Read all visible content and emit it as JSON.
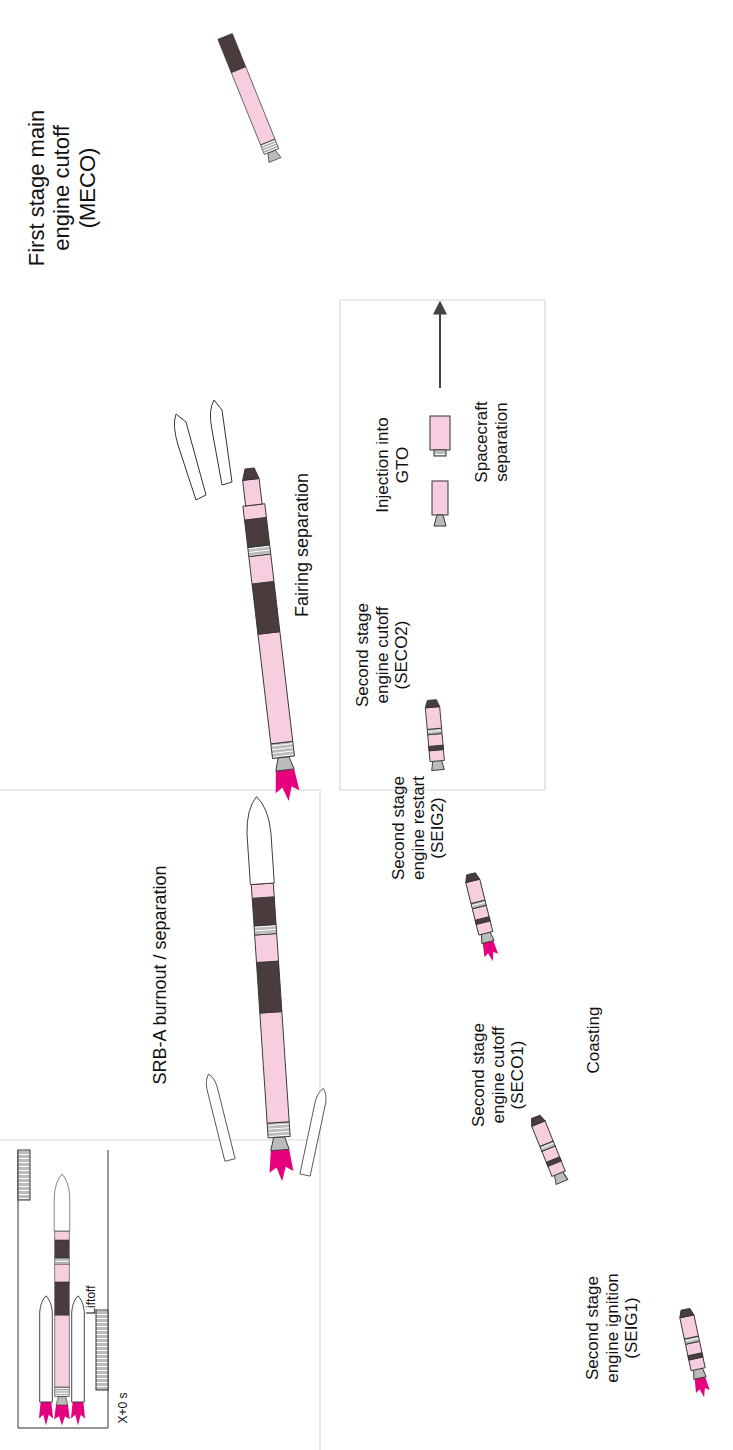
{
  "diagram": {
    "labels": [
      "X+0 s",
      "Liftoff",
      "SRB-A burnout / separation",
      "Fairing separation",
      "First stage main engine cutoff (MECO)",
      "Second stage engine ignition (SEIG1)",
      "Second stage engine cutoff (SECO1)",
      "Coasting",
      "Second stage engine restart (SEIG2)",
      "Second stage engine cutoff (SECO2)",
      "Injection into GTO",
      "Spacecraft separation"
    ]
  }
}
